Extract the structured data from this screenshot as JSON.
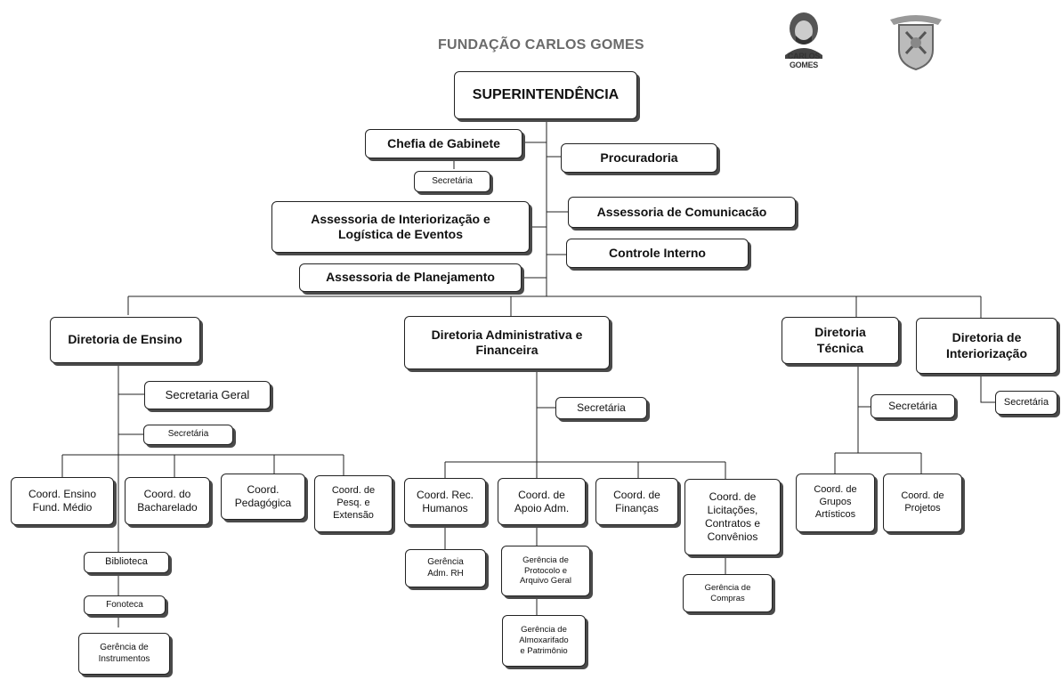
{
  "header": {
    "title": "FUNDAÇÃO CARLOS GOMES",
    "logo_text": "CARLOS GOMES"
  },
  "org": {
    "superintendencia": "SUPERINTENDÊNCIA",
    "chefia_gabinete": "Chefia de Gabinete",
    "secretaria_gabinete": "Secretária",
    "procuradoria": "Procuradoria",
    "assessoria_comunicacao": "Assessoria de Comunicacão",
    "assessoria_interiorizacao": "Assessoria de Interiorização e\nLogística de Eventos",
    "controle_interno": "Controle Interno",
    "assessoria_planejamento": "Assessoria de Planejamento",
    "diretoria_ensino": "Diretoria de Ensino",
    "secretaria_geral": "Secretaria Geral",
    "secretaria_ensino": "Secretária",
    "coord_ensino_fund": "Coord. Ensino\nFund. Médio",
    "coord_bacharelado": "Coord. do\nBacharelado",
    "coord_pedagogica": "Coord.\nPedagógica",
    "coord_pesquisa": "Coord. de\nPesq. e\nExtensão",
    "biblioteca": "Biblioteca",
    "fonoteca": "Fonoteca",
    "gerencia_instrumentos": "Gerência de\nInstrumentos",
    "diretoria_adm": "Diretoria Administrativa e\nFinanceira",
    "secretaria_adm": "Secretária",
    "coord_rh": "Coord. Rec.\nHumanos",
    "coord_apoio": "Coord. de\nApoio Adm.",
    "coord_financas": "Coord. de\nFinanças",
    "coord_licitacoes": "Coord. de\nLicitações,\nContratos e\nConvênios",
    "gerencia_rh": "Gerência\nAdm. RH",
    "gerencia_protocolo": "Gerência de\nProtocolo e\nArquivo Geral",
    "gerencia_almox": "Gerência de\nAlmoxarifado\ne Patrimônio",
    "gerencia_compras": "Gerência de\nCompras",
    "diretoria_tecnica": "Diretoria\nTécnica",
    "secretaria_tecnica": "Secretária",
    "coord_grupos": "Coord. de\nGrupos\nArtísticos",
    "coord_projetos": "Coord. de\nProjetos",
    "diretoria_interiorizacao": "Diretoria de\nInteriorização",
    "secretaria_interiorizacao": "Secretária"
  }
}
